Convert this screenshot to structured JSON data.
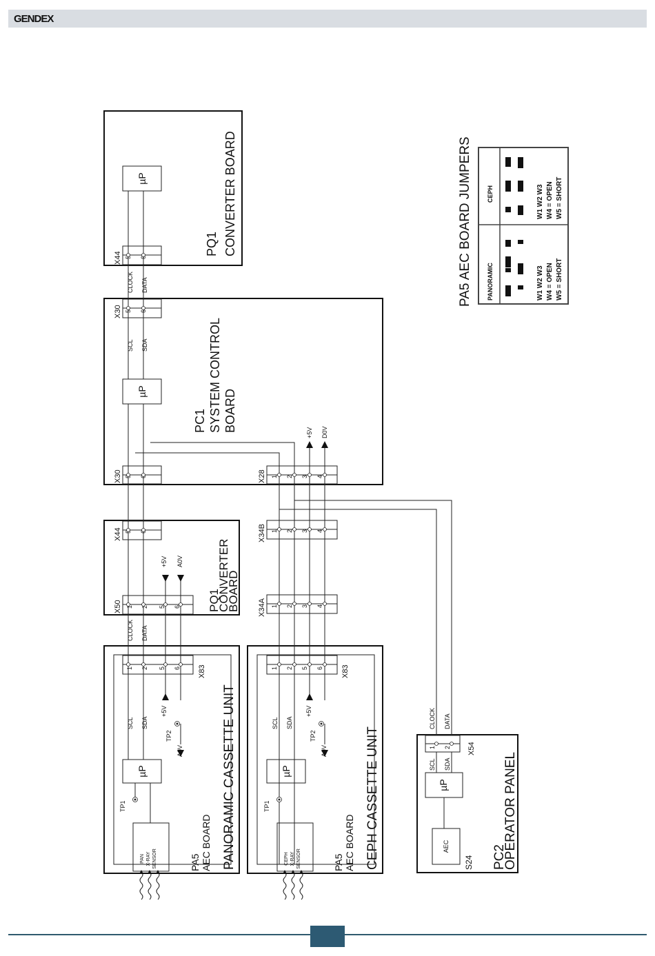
{
  "header": {
    "logo": "GENDEX"
  },
  "jumpers": {
    "title": "PA5 AEC BOARD JUMPERS",
    "panoramic": {
      "heading": "PANORAMIC",
      "row1": "W1  W2  W3",
      "row2": "W4 = OPEN",
      "row3": "W5 = SHORT"
    },
    "ceph": {
      "heading": "CEPH",
      "row1": "W1  W2  W3",
      "row2": "W4 = OPEN",
      "row3": "W5 = SHORT"
    }
  },
  "boards": {
    "pq1_top": {
      "name": "PQ1",
      "desc": "CONVERTER BOARD",
      "connector": "X44",
      "pins": [
        "5",
        "6"
      ]
    },
    "pc1": {
      "name": "PC1",
      "desc1": "SYSTEM CONTROL",
      "desc2": "BOARD",
      "x30_top": "X30",
      "x30_left": "X30",
      "x28": "X28",
      "x28_pins": [
        "1",
        "2",
        "3",
        "4"
      ],
      "scl": "SCL",
      "sda": "SDA",
      "plus5v": "+5V",
      "d0v": "D0V"
    },
    "pq1_mid": {
      "name": "PQ1",
      "desc1": "CONVERTER",
      "desc2": "BOARD",
      "x44": "X44",
      "x50": "X50",
      "x50_pins": [
        "1",
        "2",
        "5",
        "6"
      ],
      "plus5v": "+5V",
      "a0v": "A0V"
    },
    "x34b": "X34B",
    "x34a": "X34A",
    "pan_unit": {
      "title": "PANORAMIC CASSETTE UNIT",
      "board": "PA5",
      "board_desc": "AEC BOARD",
      "x83": "X83",
      "scl": "SCL",
      "sda": "SDA",
      "plus5v": "+5V",
      "tp2": "TP2",
      "a0v": "A0V",
      "tp1": "TP1",
      "sensor": [
        "PAN",
        "X-RAY",
        "SENSOR"
      ]
    },
    "ceph_unit": {
      "title": "CEPH CASSETTE UNIT",
      "board": "PA5",
      "board_desc": "AEC BOARD",
      "x83": "X83",
      "scl": "SCL",
      "sda": "SDA",
      "plus5v": "+5V",
      "tp2": "TP2",
      "a0v": "A0V",
      "tp1": "TP1",
      "sensor": [
        "CEPH",
        "X-RAY",
        "SENSOR"
      ]
    },
    "pc2": {
      "name": "PC2",
      "desc": "OPERATOR PANEL",
      "x54": "X54",
      "s24": "S24",
      "aec": "AEC",
      "scl": "SCL",
      "sda": "SDA",
      "pins": [
        "1",
        "2"
      ]
    }
  },
  "labels": {
    "clock": "CLOCK",
    "data": "DATA",
    "up": "µP"
  }
}
